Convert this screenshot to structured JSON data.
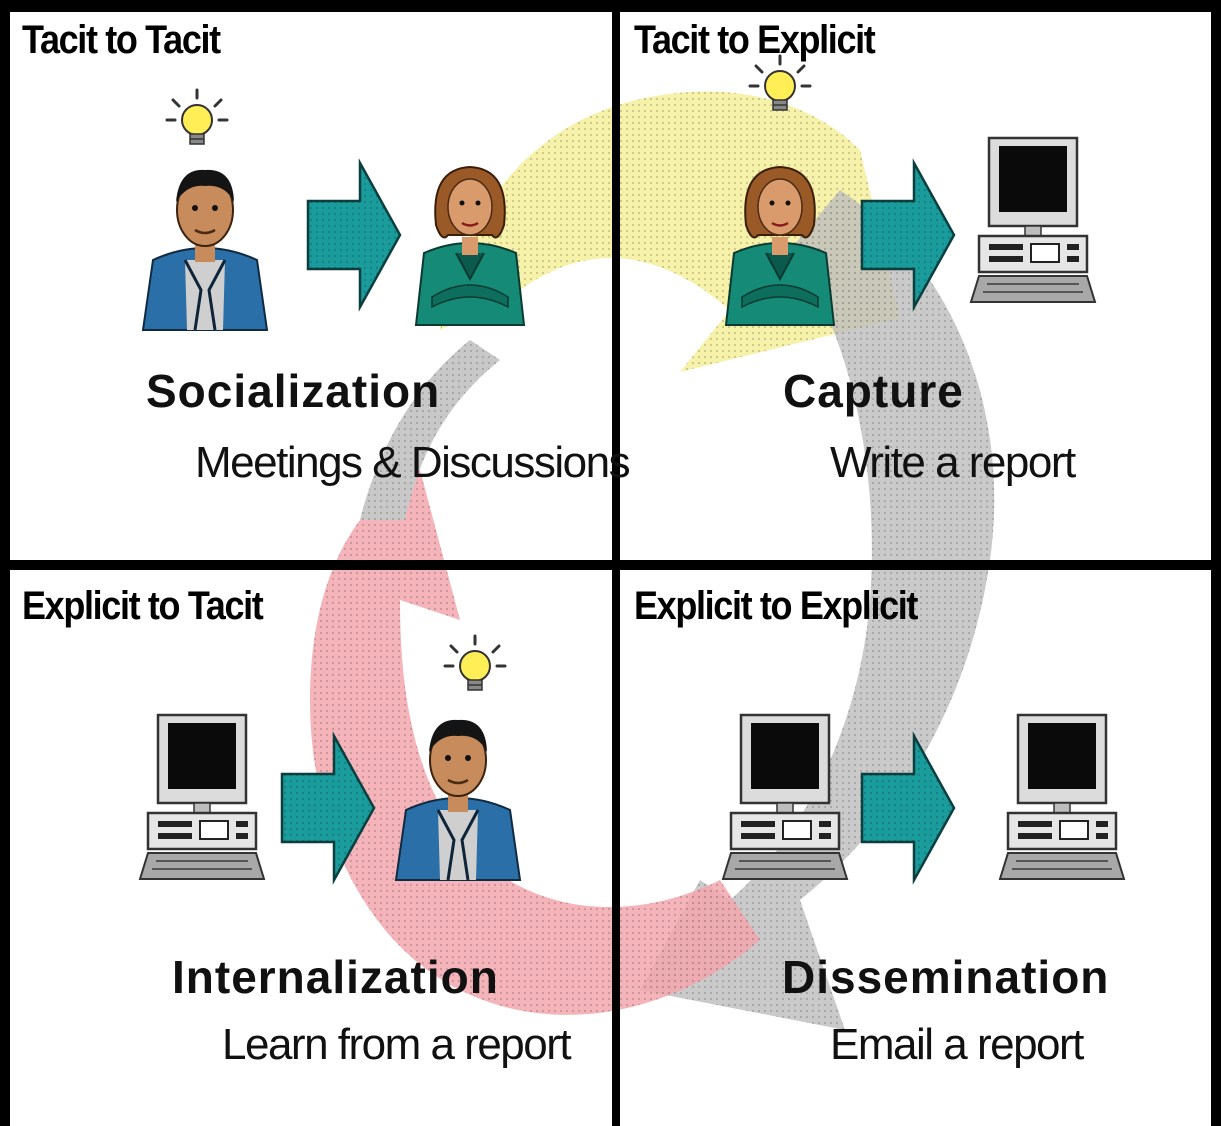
{
  "quadrants": {
    "top_left": {
      "title": "Tacit to Tacit",
      "mode": "Socialization",
      "activity": "Meetings & Discussions"
    },
    "top_right": {
      "title": "Tacit to Explicit",
      "mode": "Capture",
      "activity": "Write a report"
    },
    "bottom_left": {
      "title": "Explicit to Tacit",
      "mode": "Internalization",
      "activity": "Learn from a report"
    },
    "bottom_right": {
      "title": "Explicit to Explicit",
      "mode": "Dissemination",
      "activity": "Email a report"
    }
  },
  "colors": {
    "arrow_teal": "#1a9c9c",
    "cycle_yellow": "#f6f09a",
    "cycle_gray": "#b9b9b9",
    "cycle_pink": "#f2a7ae",
    "jacket_blue": "#2a6fa8",
    "jacket_green": "#158a77",
    "bulb_yellow": "#ffee55"
  },
  "icons": [
    "lightbulb-icon",
    "man-icon",
    "woman-icon",
    "computer-icon",
    "right-arrow-icon"
  ]
}
